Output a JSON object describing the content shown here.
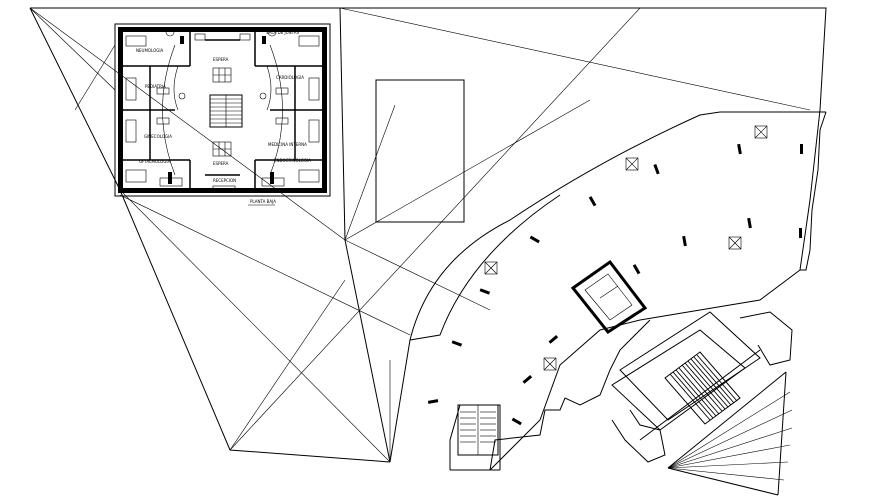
{
  "drawing": {
    "rooms": [
      {
        "id": "neumologia",
        "label": "NEUMOLOGIA"
      },
      {
        "id": "sala-juntas",
        "label": "SALA DE JUNTAS"
      },
      {
        "id": "espera-top",
        "label": "ESPERA"
      },
      {
        "id": "pediatria",
        "label": "PEDIATRIA"
      },
      {
        "id": "ginecologia",
        "label": "GINECOLOGIA"
      },
      {
        "id": "oftalmologia",
        "label": "OFTALMOLOGIA"
      },
      {
        "id": "cardiologia",
        "label": "CARDIOLOGIA"
      },
      {
        "id": "medicina-interna",
        "label": "MEDICINA INTERNA"
      },
      {
        "id": "espera-bottom",
        "label": "ESPERA"
      },
      {
        "id": "endocrinologia",
        "label": "ENDOCRINOLOGIA"
      },
      {
        "id": "recepcion",
        "label": "RECEPCION"
      }
    ],
    "subtitle": "PLANTA BAJA"
  }
}
